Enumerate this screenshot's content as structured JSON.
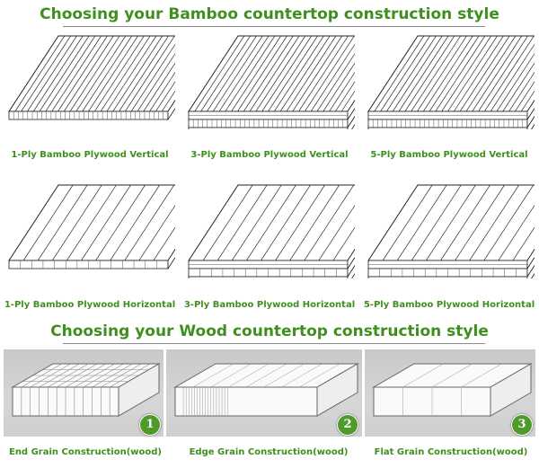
{
  "bamboo_heading": "Choosing your Bamboo countertop construction style",
  "wood_heading": "Choosing your Wood countertop construction style",
  "bamboo_styles": [
    "1-Ply Bamboo Plywood Vertical",
    "3-Ply Bamboo Plywood Vertical",
    "5-Ply Bamboo Plywood Vertical",
    "1-Ply Bamboo Plywood Horizontal",
    "3-Ply Bamboo Plywood Horizontal",
    "5-Ply Bamboo Plywood Horizontal"
  ],
  "wood_styles": [
    {
      "label": "End Grain Construction(wood)",
      "number": "1"
    },
    {
      "label": "Edge Grain Construction(wood)",
      "number": "2"
    },
    {
      "label": "Flat Grain Construction(wood)",
      "number": "3"
    }
  ],
  "colors": {
    "heading_green": "#3f8f1f",
    "badge_green": "#4f9a2a",
    "panel_gray": "#cfcfcf"
  }
}
